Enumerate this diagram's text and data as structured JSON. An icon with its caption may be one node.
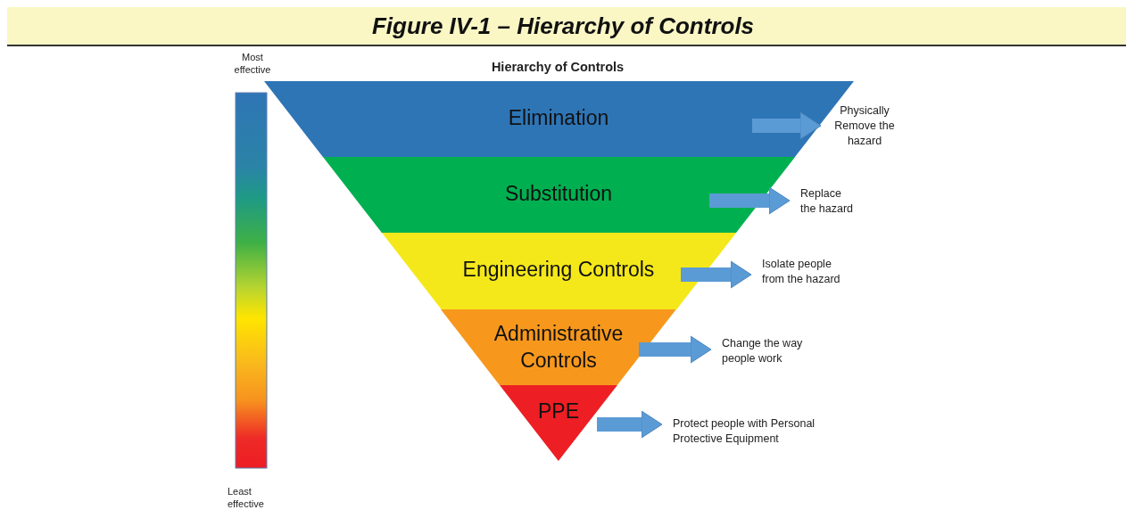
{
  "diagram": {
    "title": "Figure IV-1 – Hierarchy of Controls",
    "nodes": [
      {
        "text": [
          "Elimination"
        ]
      },
      {
        "text": [
          "Substitution"
        ]
      },
      {
        "text": [
          "Engineering Controls"
        ]
      },
      {
        "text": [
          "Administrative Controls"
        ]
      },
      {
        "text": [
          "PPE"
        ]
      },
      {
        "text": [
          "Physically Remove the hazard"
        ]
      },
      {
        "text": [
          "Replace the hazard"
        ]
      },
      {
        "text": [
          "Isolate people from the hazard"
        ]
      },
      {
        "text": [
          "Change the way people work"
        ]
      },
      {
        "text": [
          "Protect people with Personal Protective Equipment"
        ]
      },
      {
        "text": [],
        "shape": "bar"
      }
    ],
    "edges": [
      {
        "from": 0,
        "to": 5,
        "arrow": "to"
      },
      {
        "from": 1,
        "to": 6,
        "arrow": "to"
      },
      {
        "from": 2,
        "to": 7,
        "arrow": "to"
      },
      {
        "from": 3,
        "to": 8,
        "arrow": "to"
      },
      {
        "from": 4,
        "to": 9,
        "arrow": "to"
      }
    ],
    "labels": [
      "Most effective",
      "Hierarchy of Controls",
      "Least effective"
    ]
  }
}
